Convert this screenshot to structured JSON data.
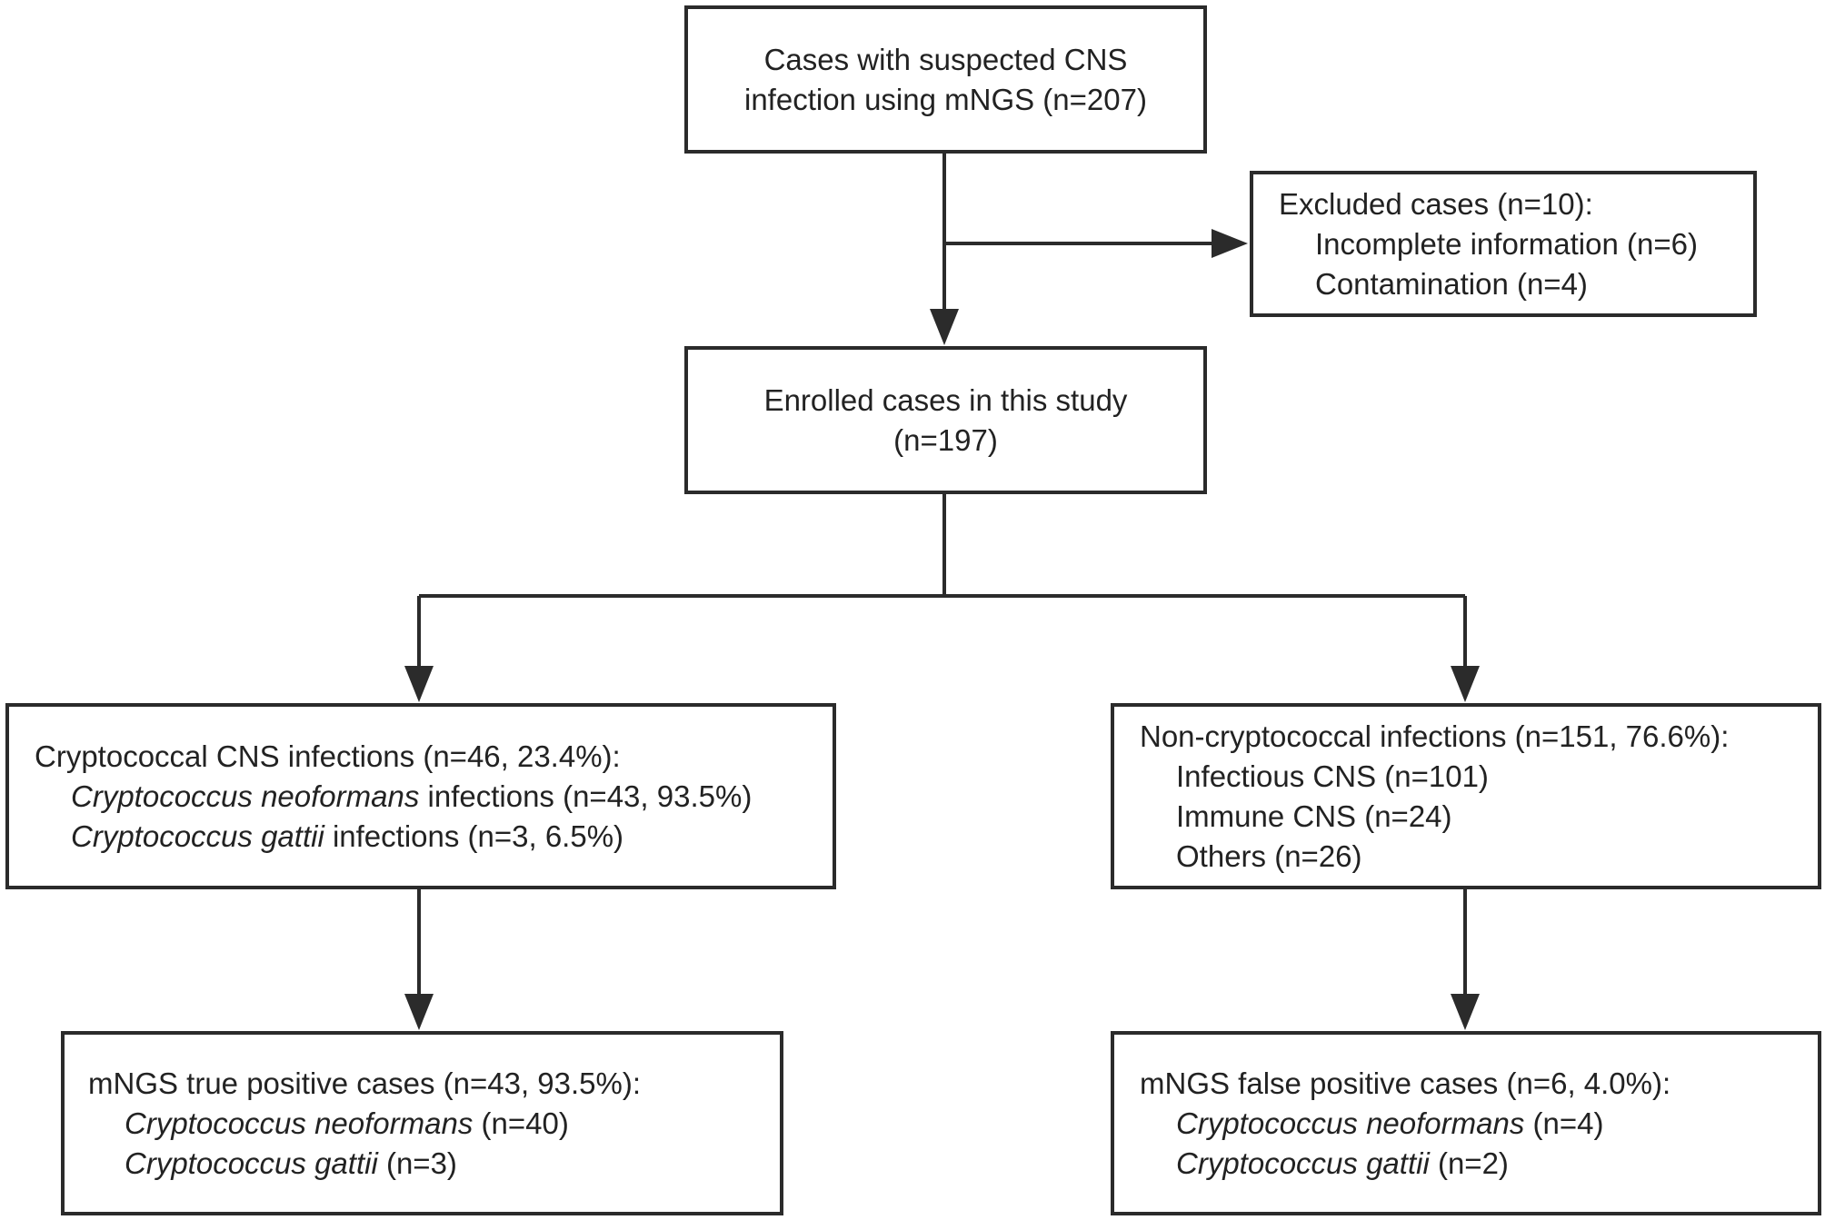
{
  "boxes": {
    "start": {
      "line1": "Cases with suspected CNS",
      "line2": "infection using mNGS (n=207)"
    },
    "excluded": {
      "title": "Excluded cases (n=10):",
      "item1": "Incomplete information (n=6)",
      "item2": "Contamination (n=4)"
    },
    "enrolled": {
      "line1": "Enrolled cases in this study",
      "line2": "(n=197)"
    },
    "crypto": {
      "title": "Cryptococcal CNS infections  (n=46, 23.4%):",
      "item1_species": "Cryptococcus neoformans",
      "item1_rest": " infections (n=43, 93.5%)",
      "item2_species": "Cryptococcus gattii",
      "item2_rest": " infections (n=3, 6.5%)"
    },
    "noncrypto": {
      "title": "Non-cryptococcal infections  (n=151, 76.6%):",
      "item1": "Infectious CNS (n=101)",
      "item2": "Immune CNS (n=24)",
      "item3": "Others (n=26)"
    },
    "truepos": {
      "title": "mNGS true positive cases (n=43, 93.5%):",
      "item1_species": "Cryptococcus neoformans",
      "item1_rest": " (n=40)",
      "item2_species": "Cryptococcus gattii",
      "item2_rest": "  (n=3)"
    },
    "falsepos": {
      "title": "mNGS false positive cases (n=6, 4.0%):",
      "item1_species": "Cryptococcus neoformans",
      "item1_rest": "  (n=4)",
      "item2_species": "Cryptococcus gattii",
      "item2_rest": " (n=2)"
    }
  },
  "colors": {
    "stroke": "#2b2b2b",
    "text": "#222222",
    "background": "#ffffff"
  }
}
